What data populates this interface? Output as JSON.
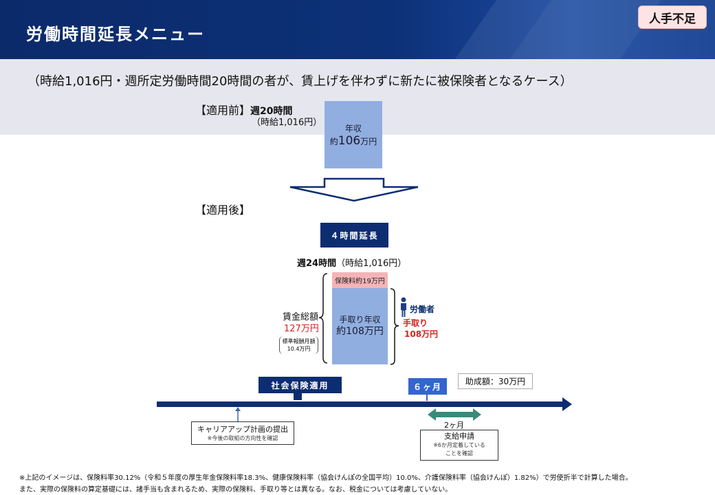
{
  "header": {
    "title": "労働時間延長メニュー",
    "badge": "人手不足"
  },
  "subtitle": "（時給1,016円・週所定労働時間20時間の者が、賃上げを伴わずに新たに被保険者となるケース）",
  "before": {
    "label": "【適用前】",
    "hours": "週20時間",
    "wage": "（時給1,016円）",
    "box_line1": "年収",
    "box_prefix": "約",
    "box_amount": "106",
    "box_unit": "万円"
  },
  "after": {
    "label": "【適用後】",
    "extension_tag": "４時間延長",
    "hours": "週24時間",
    "wage": "（時給1,016円）",
    "insurance_box": "保険料約19万円",
    "takehome_line1": "手取り年収",
    "takehome_line2": "約108万円",
    "total_wage_label": "賃金総額",
    "total_wage_value": "127万円",
    "standard_monthly_1": "標準報酬月額",
    "standard_monthly_2": "10.4万円",
    "worker_label": "労働者",
    "worker_takehome_1": "手取り",
    "worker_takehome_2": "108万円"
  },
  "timeline": {
    "social_insurance_tag": "社会保険適用",
    "six_months_tag": "６ヶ月",
    "subsidy": "助成額：30万円",
    "two_months": "2ヶ月",
    "career_plan_title": "キャリアアップ計画の提出",
    "career_plan_note": "※今後の取組の方向性を確認",
    "payment_title": "支給申請",
    "payment_note_1": "※6か月定着している",
    "payment_note_2": "ことを確認"
  },
  "footnotes": {
    "line1": "※上記のイメージは、保険料率30.12%（令和５年度の厚生年金保険料率18.3%、健康保険料率（協会けんぽの全国平均）10.0%、介護保険料率（協会けんぽ）1.82%）で労使折半で計算した場合。",
    "line2": "また、実際の保険料の算定基礎には、諸手当も含まれるため、実際の保険料、手取り等とは異なる。なお、税金については考慮していない。"
  },
  "colors": {
    "header_navy": "#0d3178",
    "box_blue": "#91aee0",
    "insurance_pink": "#f4b4b8",
    "accent_red": "#d9201f",
    "arrow_navy": "#0d2d73",
    "teal": "#3a8a7c"
  }
}
